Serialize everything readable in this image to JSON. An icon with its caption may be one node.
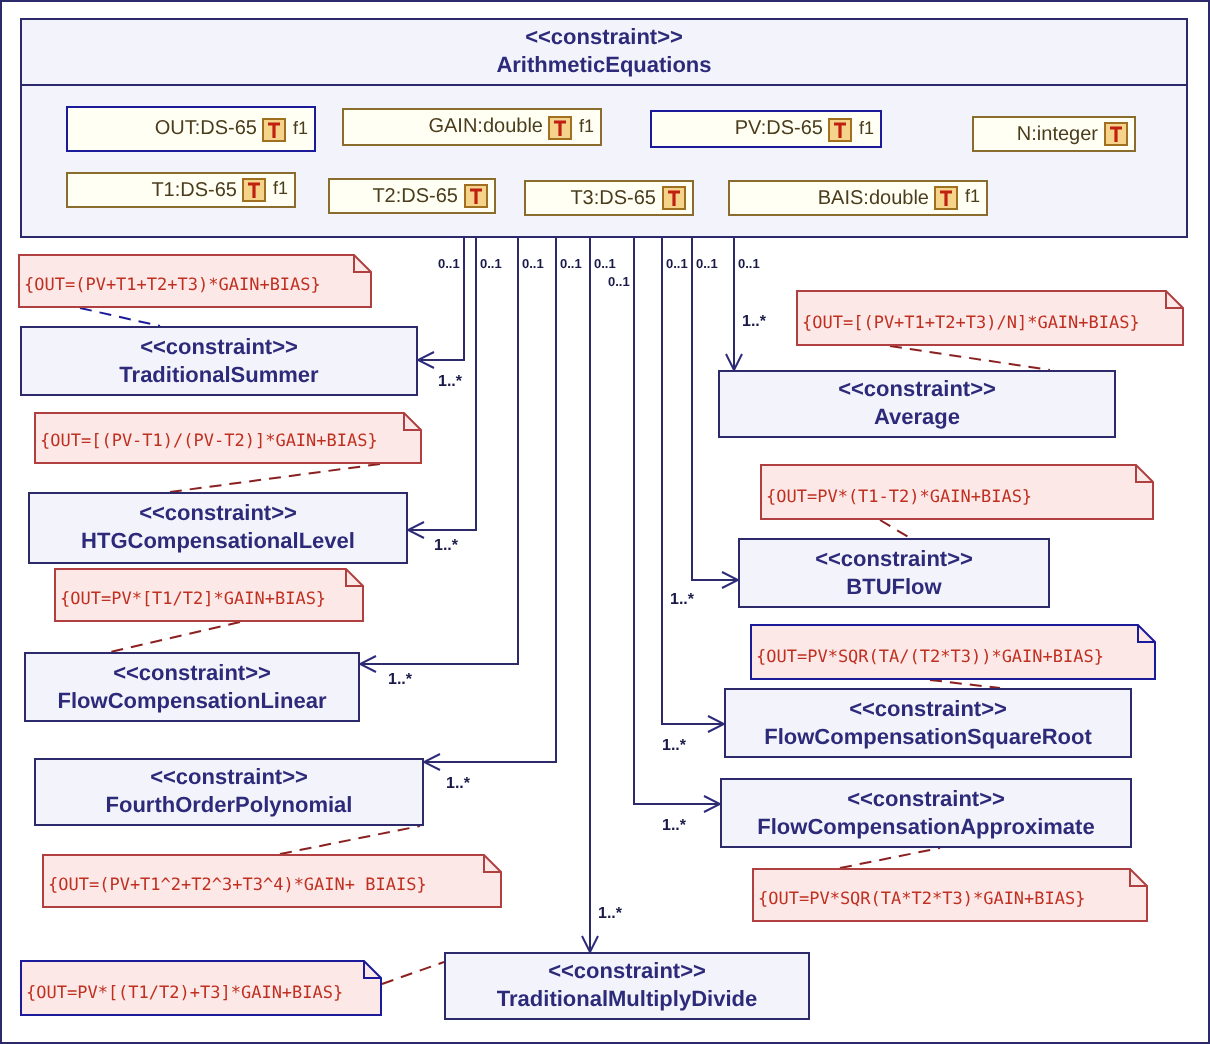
{
  "diagram": {
    "nodes": [
      {
        "text": [
          "<<constraint>>",
          "ArithmeticEquations"
        ]
      },
      {
        "text": [
          "OUT:DS-65",
          "f1"
        ],
        "in": 0
      },
      {
        "text": [
          "GAIN:double",
          "f1"
        ],
        "in": 0
      },
      {
        "text": [
          "PV:DS-65",
          "f1"
        ],
        "in": 0
      },
      {
        "text": [
          "N:integer"
        ],
        "in": 0
      },
      {
        "text": [
          "T1:DS-65",
          "f1"
        ],
        "in": 0
      },
      {
        "text": [
          "T2:DS-65"
        ],
        "in": 0
      },
      {
        "text": [
          "T3:DS-65"
        ],
        "in": 0
      },
      {
        "text": [
          "BAIS:double",
          "f1"
        ],
        "in": 0
      },
      {
        "text": [
          "{OUT=(PV+T1+T2+T3)*GAIN+BIAS}"
        ]
      },
      {
        "text": [
          "<<constraint>>",
          "TraditionalSummer"
        ]
      },
      {
        "text": [
          "{OUT=[(PV+T1+T2+T3)/N]*GAIN+BIAS}"
        ]
      },
      {
        "text": [
          "<<constraint>>",
          "Average"
        ]
      },
      {
        "text": [
          "{OUT=[(PV-T1)/(PV-T2)]*GAIN+BIAS}"
        ]
      },
      {
        "text": [
          "<<constraint>>",
          "HTGCompensationalLevel"
        ]
      },
      {
        "text": [
          "{OUT=PV*(T1-T2)*GAIN+BIAS}"
        ]
      },
      {
        "text": [
          "<<constraint>>",
          "BTUFlow"
        ]
      },
      {
        "text": [
          "{OUT=PV*[T1/T2]*GAIN+BIAS}"
        ]
      },
      {
        "text": [
          "<<constraint>>",
          "FlowCompensationLinear"
        ]
      },
      {
        "text": [
          "{OUT=PV*SQR(TA/(T2*T3))*GAIN+BIAS}"
        ]
      },
      {
        "text": [
          "<<constraint>>",
          "FlowCompensationSquareRoot"
        ]
      },
      {
        "text": [
          "<<constraint>>",
          "FourthOrderPolynomial"
        ]
      },
      {
        "text": [
          "<<constraint>>",
          "FlowCompensationApproximate"
        ]
      },
      {
        "text": [
          "{OUT=(PV+T1^2+T2^3+T3^4)*GAIN+ BIAIS}"
        ]
      },
      {
        "text": [
          "{OUT=PV*SQR(TA*T2*T3)*GAIN+BIAS}"
        ]
      },
      {
        "text": [
          "{OUT=PV*[(T1/T2)+T3]*GAIN+BIAS}"
        ]
      },
      {
        "text": [
          "<<constraint>>",
          "TraditionalMultiplyDivide"
        ]
      }
    ],
    "edges": [
      {
        "from": 0,
        "to": 10,
        "arrow": "to",
        "label": "1..*"
      },
      {
        "from": 0,
        "to": 14,
        "arrow": "to",
        "label": "1..*"
      },
      {
        "from": 0,
        "to": 18,
        "arrow": "to",
        "label": "1..*"
      },
      {
        "from": 0,
        "to": 21,
        "arrow": "to",
        "label": "1..*"
      },
      {
        "from": 0,
        "to": 26,
        "arrow": "to",
        "label": "1..*"
      },
      {
        "from": 0,
        "to": 22,
        "arrow": "to",
        "label": "1..*"
      },
      {
        "from": 0,
        "to": 20,
        "arrow": "to",
        "label": "1..*"
      },
      {
        "from": 0,
        "to": 16,
        "arrow": "to",
        "label": "1..*"
      },
      {
        "from": 0,
        "to": 12,
        "arrow": "to",
        "label": "1..*"
      },
      {
        "from": 9,
        "to": 10,
        "arrow": "none",
        "style": "dashed",
        "color": "#1a1a9a"
      },
      {
        "from": 11,
        "to": 12,
        "arrow": "none",
        "style": "dashed",
        "color": "#8b2020"
      },
      {
        "from": 13,
        "to": 14,
        "arrow": "none",
        "style": "dashed",
        "color": "#8b2020"
      },
      {
        "from": 15,
        "to": 16,
        "arrow": "none",
        "style": "dashed",
        "color": "#8b2020"
      },
      {
        "from": 17,
        "to": 18,
        "arrow": "none",
        "style": "dashed",
        "color": "#8b2020"
      },
      {
        "from": 19,
        "to": 20,
        "arrow": "none",
        "style": "dashed",
        "color": "#8b2020"
      },
      {
        "from": 23,
        "to": 21,
        "arrow": "none",
        "style": "dashed",
        "color": "#8b2020"
      },
      {
        "from": 24,
        "to": 22,
        "arrow": "none",
        "style": "dashed",
        "color": "#8b2020"
      },
      {
        "from": 25,
        "to": 26,
        "arrow": "none",
        "style": "dashed",
        "color": "#8b2020"
      }
    ],
    "labels": [
      "0..1",
      "0..1",
      "0..1",
      "0..1",
      "0..1",
      "0..1",
      "0..1",
      "0..1",
      "0..1"
    ]
  }
}
